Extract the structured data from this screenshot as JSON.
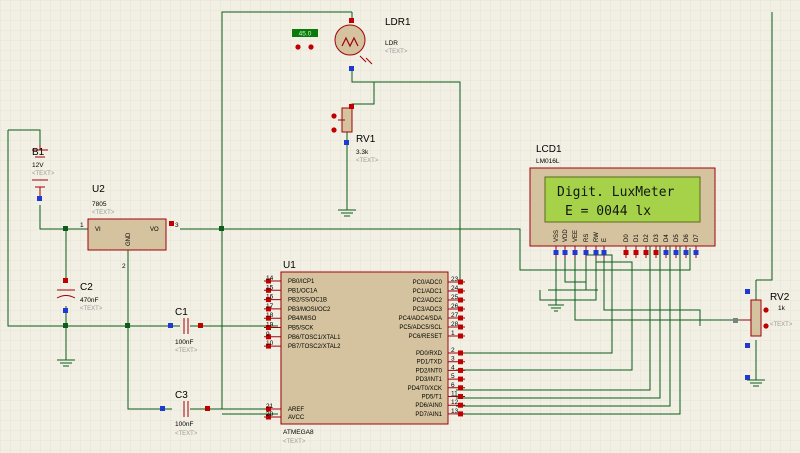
{
  "components": {
    "ldr1": {
      "ref": "LDR1",
      "value": "LDR",
      "text": "<TEXT>",
      "meter": "45.0"
    },
    "rv1": {
      "ref": "RV1",
      "value": "3.3k",
      "text": "<TEXT>"
    },
    "b1": {
      "ref": "B1",
      "value": "12V",
      "text": "<TEXT>"
    },
    "u2": {
      "ref": "U2",
      "value": "7805",
      "text": "<TEXT>",
      "pin_vi": "VI",
      "pin_vo": "VO",
      "pin_gnd": "GND",
      "num_1": "1",
      "num_2": "2",
      "num_3": "3"
    },
    "c2": {
      "ref": "C2",
      "value": "470nF",
      "text": "<TEXT>"
    },
    "c1": {
      "ref": "C1",
      "value": "100nF",
      "text": "<TEXT>"
    },
    "c3": {
      "ref": "C3",
      "value": "100nF",
      "text": "<TEXT>"
    },
    "u1": {
      "ref": "U1",
      "value": "ATMEGA8",
      "text": "<TEXT>"
    },
    "lcd1": {
      "ref": "LCD1",
      "value": "LM016L",
      "line1": "Digit. LuxMeter",
      "line2": "E = 0044  lx",
      "pins": [
        "VSS",
        "VDD",
        "VEE",
        "RS",
        "RW",
        "E",
        "D0",
        "D1",
        "D2",
        "D3",
        "D4",
        "D5",
        "D6",
        "D7"
      ]
    },
    "rv2": {
      "ref": "RV2",
      "value": "1k",
      "text": "<TEXT>"
    }
  },
  "u1_left_pins": [
    {
      "num": "14",
      "name": "PB0/ICP1"
    },
    {
      "num": "15",
      "name": "PB1/OC1A"
    },
    {
      "num": "16",
      "name": "PB2/SS/OC1B"
    },
    {
      "num": "17",
      "name": "PB3/MOSI/OC2"
    },
    {
      "num": "18",
      "name": "PB4/MISO"
    },
    {
      "num": "19",
      "name": "PB5/SCK"
    },
    {
      "num": "9",
      "name": "PB6/TOSC1/XTAL1"
    },
    {
      "num": "10",
      "name": "PB7/TOSC2/XTAL2"
    }
  ],
  "u1_left_bottom": [
    {
      "num": "21",
      "name": "AREF"
    },
    {
      "num": "20",
      "name": "AVCC"
    }
  ],
  "u1_right_pins": [
    {
      "num": "23",
      "name": "PC0/ADC0"
    },
    {
      "num": "24",
      "name": "PC1/ADC1"
    },
    {
      "num": "25",
      "name": "PC2/ADC2"
    },
    {
      "num": "26",
      "name": "PC3/ADC3"
    },
    {
      "num": "27",
      "name": "PC4/ADC4/SDA"
    },
    {
      "num": "28",
      "name": "PC5/ADC5/SCL"
    },
    {
      "num": "1",
      "name": "PC6/RESET"
    },
    {
      "num": "2",
      "name": "PD0/RXD"
    },
    {
      "num": "3",
      "name": "PD1/TXD"
    },
    {
      "num": "4",
      "name": "PD2/INT0"
    },
    {
      "num": "5",
      "name": "PD3/INT1"
    },
    {
      "num": "6",
      "name": "PD4/T0/XCK"
    },
    {
      "num": "11",
      "name": "PD5/T1"
    },
    {
      "num": "12",
      "name": "PD6/AIN0"
    },
    {
      "num": "13",
      "name": "PD7/AIN1"
    }
  ]
}
